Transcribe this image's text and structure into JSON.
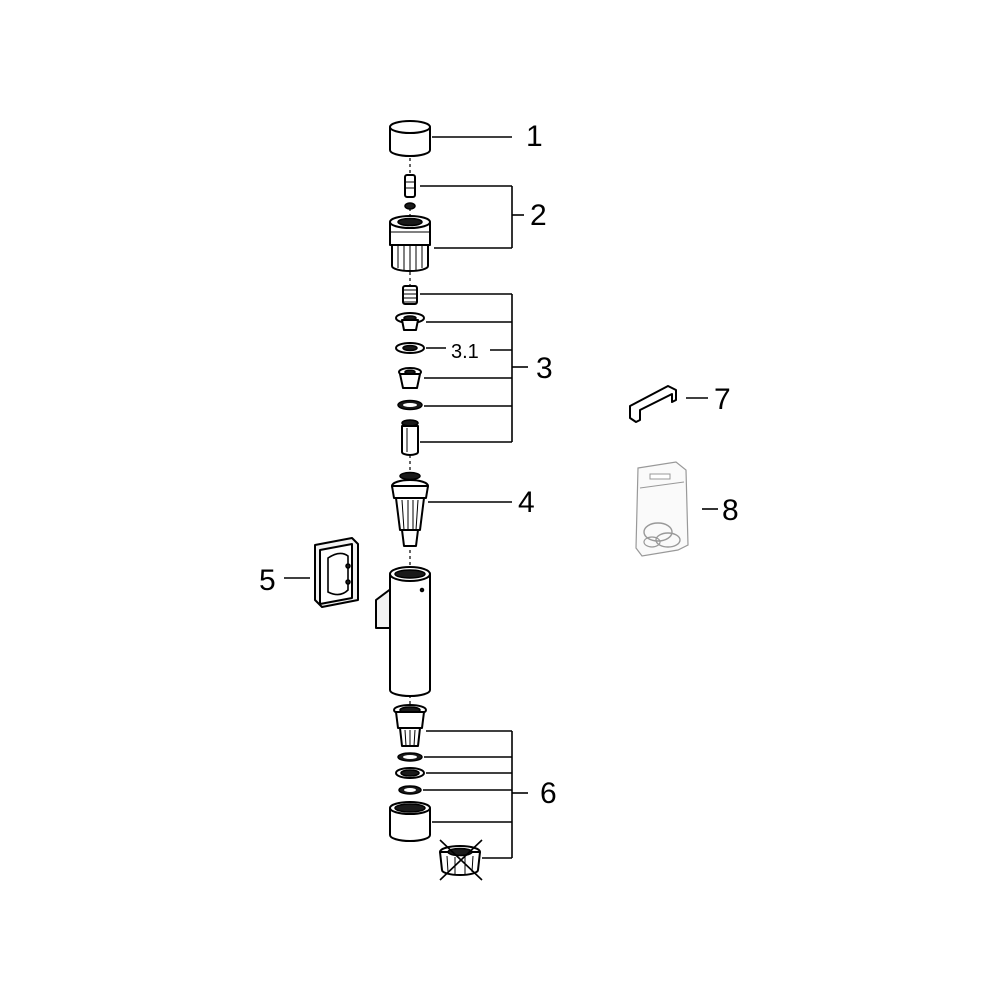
{
  "labels": {
    "part_1": "1",
    "part_2": "2",
    "part_3": "3",
    "part_3_1": "3.1",
    "part_4": "4",
    "part_5": "5",
    "part_6": "6",
    "part_7": "7",
    "part_8": "8"
  }
}
